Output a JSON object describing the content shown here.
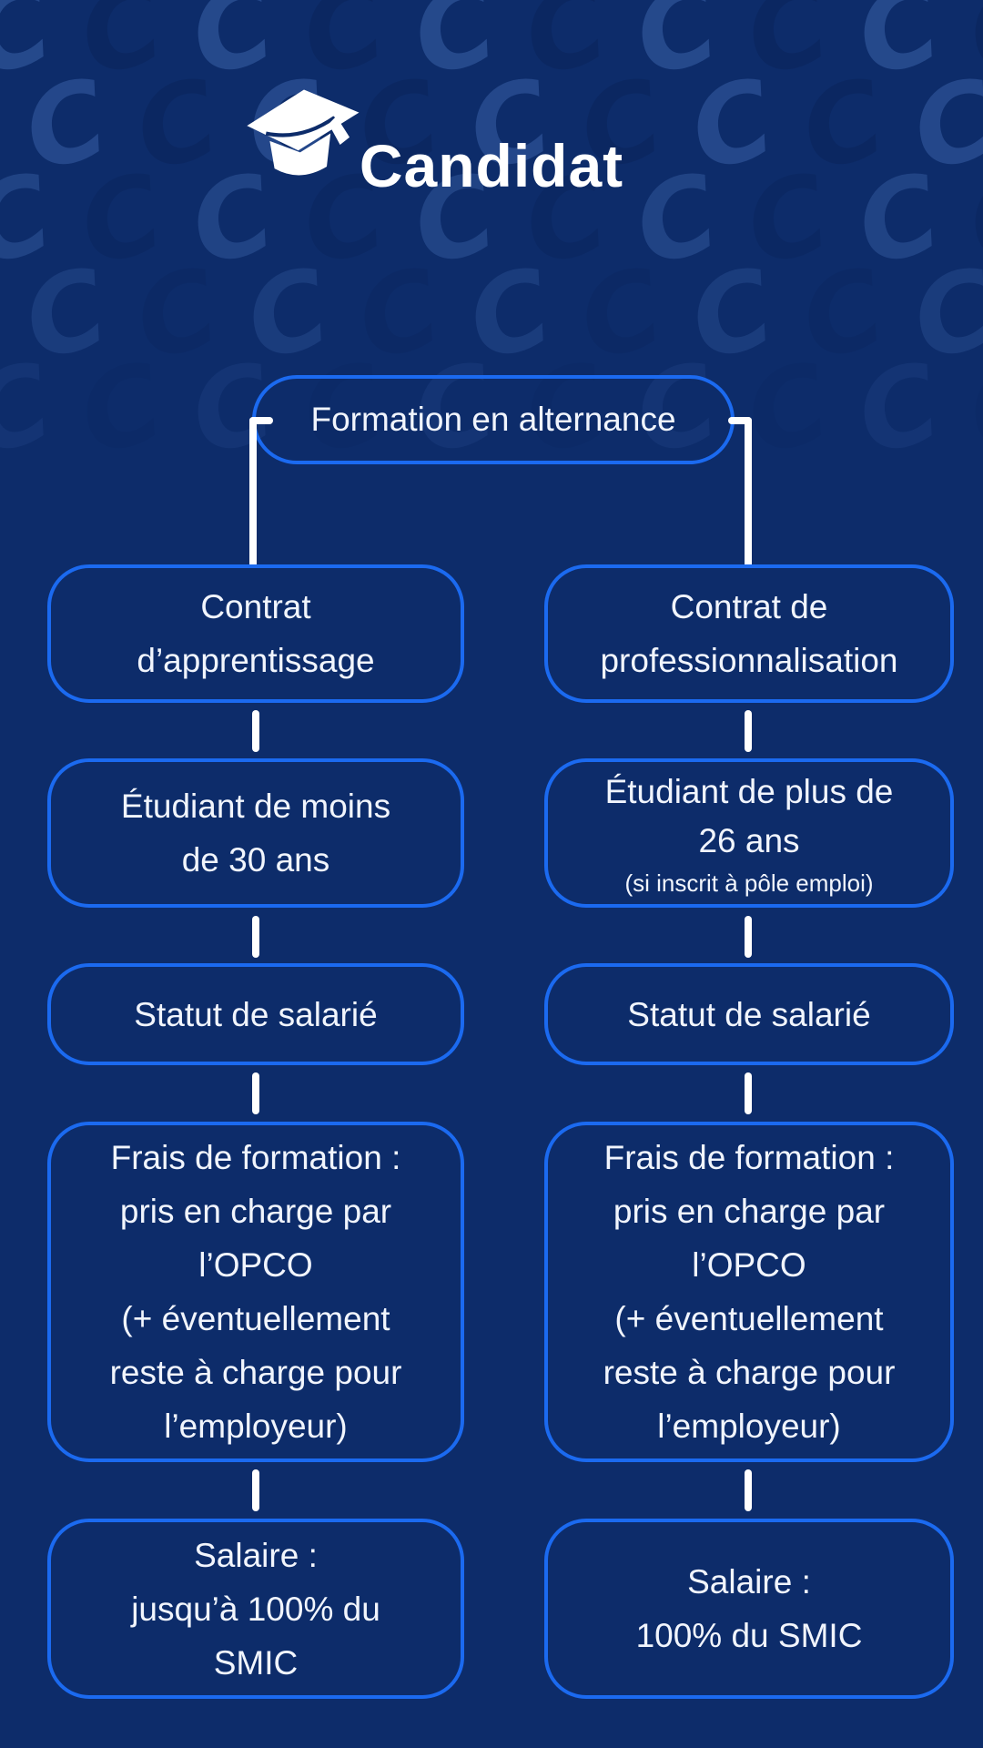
{
  "logo": {
    "brand": "Candidat",
    "icon": "graduation-cap"
  },
  "colors": {
    "background": "#0d2c6a",
    "node_border": "#1b6af0",
    "node_text": "#f1f5fd",
    "connector": "#ffffff",
    "logo": "#ffffff",
    "pattern_light": "#3d66ad",
    "pattern_dark": "#0a2257"
  },
  "flowchart": {
    "root": {
      "label": "Formation en alternance"
    },
    "columns": [
      {
        "id": "contrat-apprentissage",
        "nodes": [
          {
            "label": "Contrat\nd’apprentissage"
          },
          {
            "label": "Étudiant de moins\nde 30 ans"
          },
          {
            "label": "Statut de salarié"
          },
          {
            "label": "Frais de formation :\npris en charge par\nl’OPCO\n(+ éventuellement\nreste à charge pour\nl’employeur)"
          },
          {
            "label": "Salaire :\njusqu’à 100% du\nSMIC"
          }
        ]
      },
      {
        "id": "contrat-professionnalisation",
        "nodes": [
          {
            "label": "Contrat de\nprofessionnalisation"
          },
          {
            "label": "Étudiant de plus de\n26 ans",
            "note": "(si inscrit à pôle emploi)"
          },
          {
            "label": "Statut de salarié"
          },
          {
            "label": "Frais de formation :\npris en charge par\nl’OPCO\n(+ éventuellement\nreste à charge pour\nl’employeur)"
          },
          {
            "label": "Salaire :\n100% du SMIC"
          }
        ]
      }
    ]
  }
}
